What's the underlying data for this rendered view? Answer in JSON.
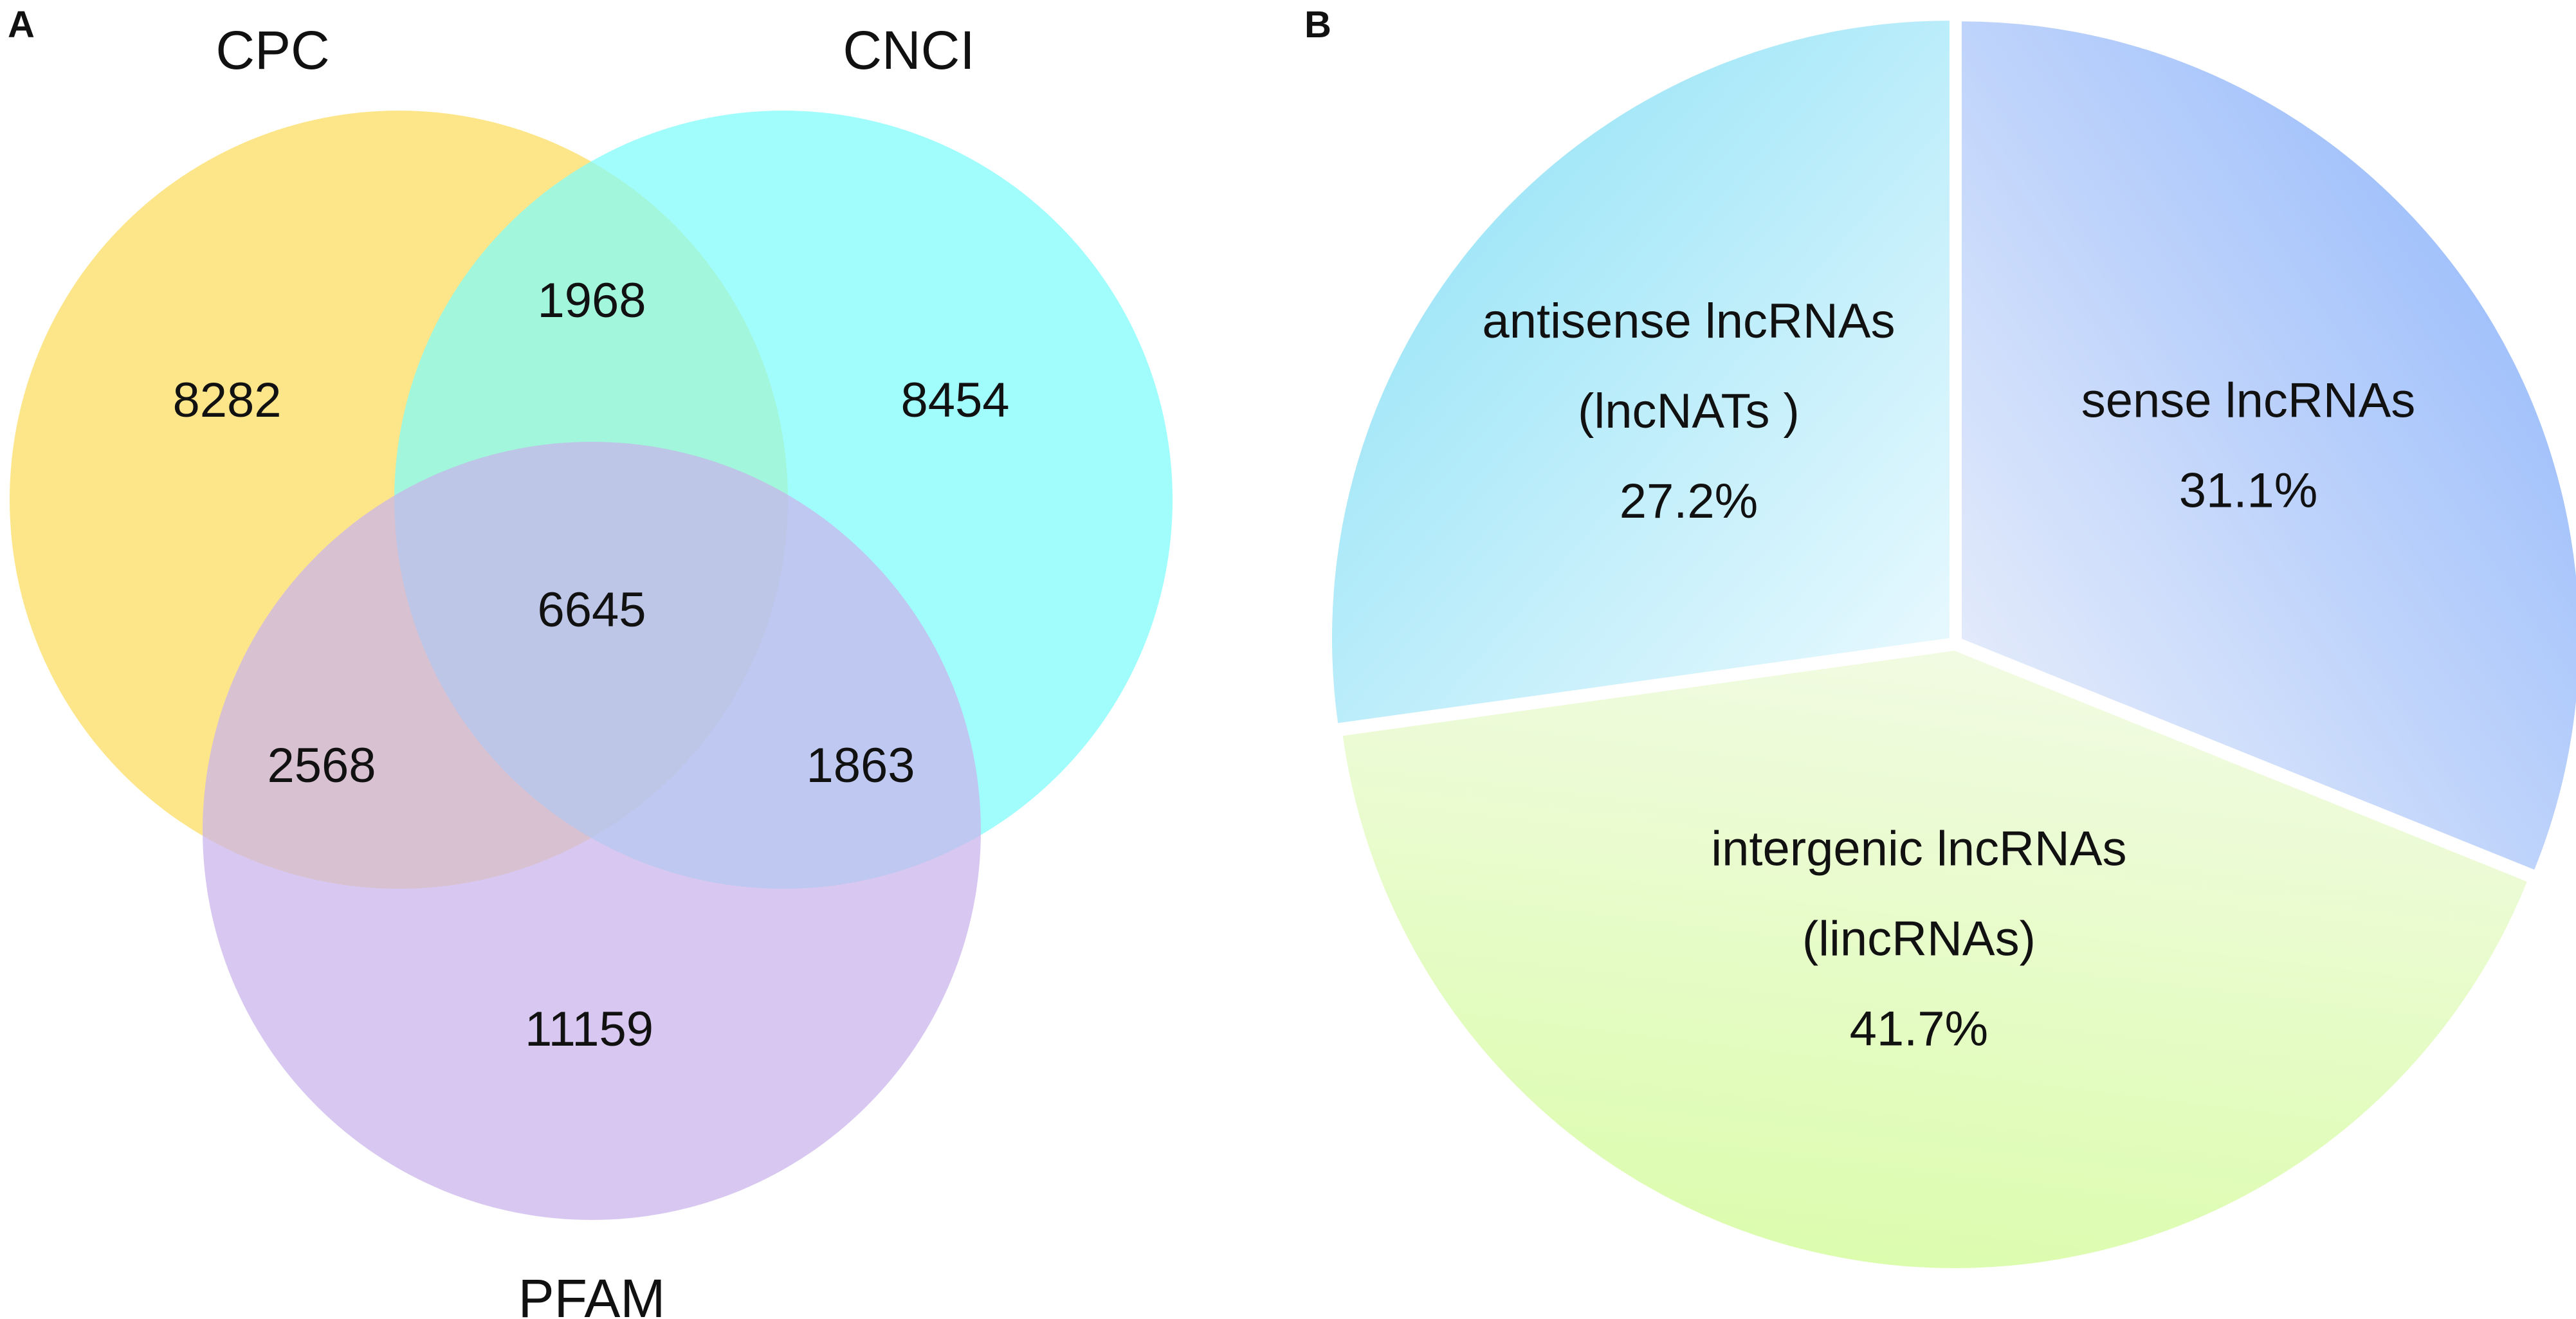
{
  "chart_data": [
    {
      "type": "venn",
      "panel": "A",
      "sets": [
        {
          "name": "CPC",
          "color": "#fde68a"
        },
        {
          "name": "CNCI",
          "color": "#7dfcfb"
        },
        {
          "name": "PFAM",
          "color": "#c9b3ec"
        }
      ],
      "regions": [
        {
          "sets": [
            "CPC"
          ],
          "value": 8282
        },
        {
          "sets": [
            "CNCI"
          ],
          "value": 8454
        },
        {
          "sets": [
            "PFAM"
          ],
          "value": 11159
        },
        {
          "sets": [
            "CPC",
            "CNCI"
          ],
          "value": 1968
        },
        {
          "sets": [
            "CPC",
            "PFAM"
          ],
          "value": 2568
        },
        {
          "sets": [
            "CNCI",
            "PFAM"
          ],
          "value": 1863
        },
        {
          "sets": [
            "CPC",
            "CNCI",
            "PFAM"
          ],
          "value": 6645
        }
      ]
    },
    {
      "type": "pie",
      "panel": "B",
      "slices": [
        {
          "label_lines": [
            "sense lncRNAs"
          ],
          "percent_label": "31.1%",
          "value": 31.1,
          "color_inner": "#e2eafb",
          "color_outer": "#a3c2fb"
        },
        {
          "label_lines": [
            "intergenic lncRNAs",
            "(lincRNAs)"
          ],
          "percent_label": "41.7%",
          "value": 41.7,
          "color_inner": "#f1fbe2",
          "color_outer": "#dcfcae"
        },
        {
          "label_lines": [
            "antisense lncRNAs",
            "(lncNATs )"
          ],
          "percent_label": "27.2%",
          "value": 27.2,
          "color_inner": "#e6f8fe",
          "color_outer": "#a4e7f8"
        }
      ]
    }
  ]
}
